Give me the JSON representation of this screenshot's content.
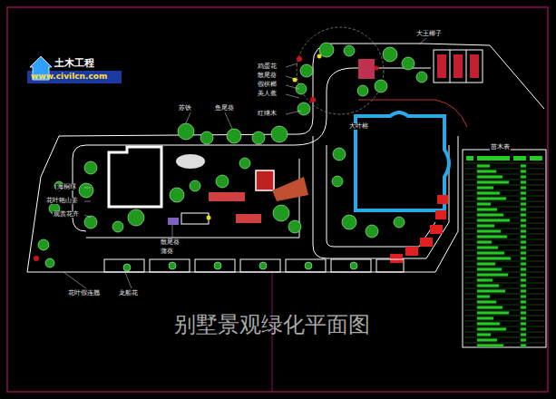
{
  "diagram": {
    "title": "别墅景观绿化平面图",
    "labels": [
      "土木工程",
      "www.civilcn.com",
      "大王椰子",
      "鸡蛋花",
      "散尾葵",
      "假槟榔",
      "美人蕉",
      "红继木",
      "苏铁",
      "鱼尾葵",
      "海桐球",
      "花叶艳山姜",
      "观赏花卉",
      "散尾葵",
      "蒲葵",
      "龙船花",
      "花叶假连翘",
      "大叶榕",
      "苗木表"
    ]
  }
}
